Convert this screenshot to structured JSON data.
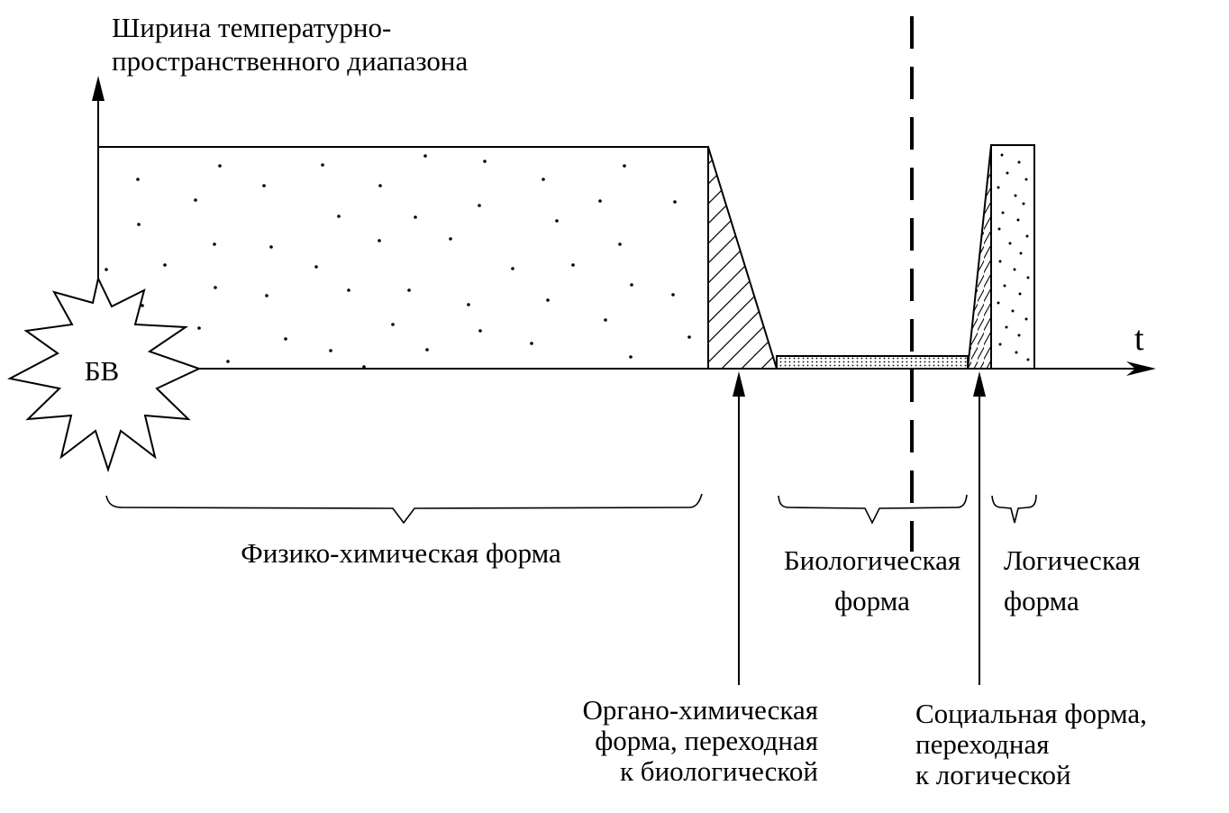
{
  "y_axis_label": [
    "Ширина температурно-",
    "пространственного диапазона"
  ],
  "x_axis_label": "t",
  "big_bang_label": "БВ",
  "forms": {
    "physico_chemical": [
      "Физико-химическая форма"
    ],
    "biological": [
      "Биологическая",
      "форма"
    ],
    "logical": [
      "Логическая",
      "форма"
    ],
    "organo_chemical": [
      "Органо-химическая",
      "форма, переходная",
      "к биологической"
    ],
    "social": [
      "Социальная форма,",
      "переходная",
      "к логической"
    ]
  },
  "colors": {
    "stroke": "#000000",
    "background": "#ffffff"
  }
}
